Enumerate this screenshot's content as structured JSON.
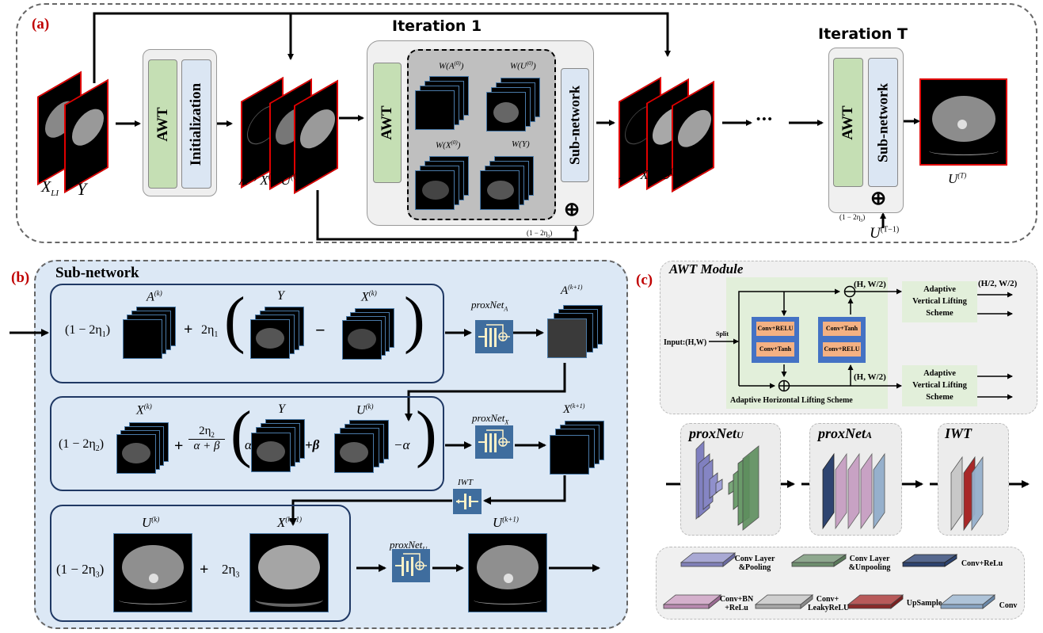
{
  "panel_a": {
    "label": "(a)",
    "inputs": {
      "x_li": "X",
      "x_li_sub": "LI",
      "y": "Y"
    },
    "init_block": {
      "awt": "AWT",
      "init": "Initialization"
    },
    "outputs0": {
      "a": "A",
      "x": "X",
      "u": "U",
      "sup": "(0)"
    },
    "iteration1": {
      "title": "Iteration 1",
      "awt": "AWT",
      "subnet": "Sub-network",
      "wavelet_labels": [
        "W(A",
        "W(U",
        "W(X",
        "W(Y)"
      ],
      "wavelet_sup": "(0)",
      "coef": "(1 − 2η",
      "coef_sub": "3",
      "coef_end": ")"
    },
    "outputs1": {
      "a": "A",
      "x": "X",
      "u": "U",
      "sup": "(1)"
    },
    "ellipsis": "•••",
    "iterationT": {
      "title": "Iteration T",
      "awt": "AWT",
      "subnet": "Sub-network",
      "coef": "(1 − 2η",
      "coef_sub": "3",
      "coef_end": ")",
      "input_label": "U",
      "input_sup": "(T−1)"
    },
    "final": {
      "label": "U",
      "sup": "(T)"
    }
  },
  "panel_b": {
    "label": "(b)",
    "title": "Sub-network",
    "row1": {
      "coef1": "(1 − 2η",
      "coef1_sub": "1",
      "coef1_end": ")",
      "plus": "+",
      "coef2": "2η",
      "coef2_sub": "1",
      "minus": "−",
      "img_a": "A",
      "img_a_sup": "(k)",
      "img_y": "Y",
      "img_x": "X",
      "img_x_sup": "(k)",
      "prox": "proxNet",
      "prox_sub": "A",
      "out": "A",
      "out_sup": "(k+1)"
    },
    "row2": {
      "coef1": "(1 − 2η",
      "coef1_sub": "2",
      "coef1_end": ")",
      "plus": "+",
      "frac_num": "2η",
      "frac_num_sub": "2",
      "frac_den": "α + β",
      "alpha": "α",
      "plus_beta": "+β",
      "minus_alpha": "−α",
      "img_x": "X",
      "img_x_sup": "(k)",
      "img_y": "Y",
      "img_u": "U",
      "img_u_sup": "(k)",
      "prox": "proxNet",
      "prox_sub": "X",
      "out": "X",
      "out_sup": "(k+1)",
      "iwt": "IWT"
    },
    "row3": {
      "coef1": "(1 − 2η",
      "coef1_sub": "3",
      "coef1_end": ")",
      "plus": "+",
      "coef2": "2η",
      "coef2_sub": "3",
      "img_u": "U",
      "img_u_sup": "(k)",
      "img_x": "X",
      "img_x_sup": "(k+1)",
      "prox": "proxNet",
      "prox_sub": "U",
      "out": "U",
      "out_sup": "(k+1)"
    }
  },
  "panel_c": {
    "label": "(c)",
    "awt_module": {
      "title": "AWT Module",
      "input": "Input:(H,W)",
      "split": "Split",
      "left_block": [
        "Conv+RELU",
        "Conv+Tanh"
      ],
      "right_block": [
        "Conv+Tanh",
        "Conv+RELU"
      ],
      "dim_top": "(H, W/2)",
      "dim_bottom": "(H, W/2)",
      "dim_out": "(H/2, W/2)",
      "horizontal": "Adaptive Horizontal Lifting Scheme",
      "vertical": [
        "Adaptive",
        "Vertical Lifting",
        "Scheme"
      ]
    },
    "nets": [
      {
        "name": "proxNet",
        "sub": "U"
      },
      {
        "name": "proxNet",
        "sub": "A"
      },
      {
        "name": "IWT",
        "sub": ""
      }
    ],
    "legend": [
      {
        "label": "Conv Layer &Pooling",
        "color": "#a3a3cc"
      },
      {
        "label": "Conv Layer &Unpooling",
        "color": "#8fa88f"
      },
      {
        "label": "Conv+ReLu",
        "color": "#4d6288"
      },
      {
        "label": "Conv+BN +ReLu",
        "color": "#d2a9cb"
      },
      {
        "label": "Conv+ LeakyReLU",
        "color": "#c8c8c8"
      },
      {
        "label": "UpSample",
        "color": "#b85555"
      },
      {
        "label": "Conv",
        "color": "#a9bfd4"
      }
    ]
  },
  "colors": {
    "panel_label": "#c00000",
    "awt_green": "#c5dfb4",
    "init_blue": "#dbe6f3",
    "subnet_bg": "#dce8f5",
    "prox_box": "#3f6d9e",
    "conv_orange": "#f4b183",
    "conv_blue": "#4472c4",
    "lift_green": "#e2efda"
  }
}
